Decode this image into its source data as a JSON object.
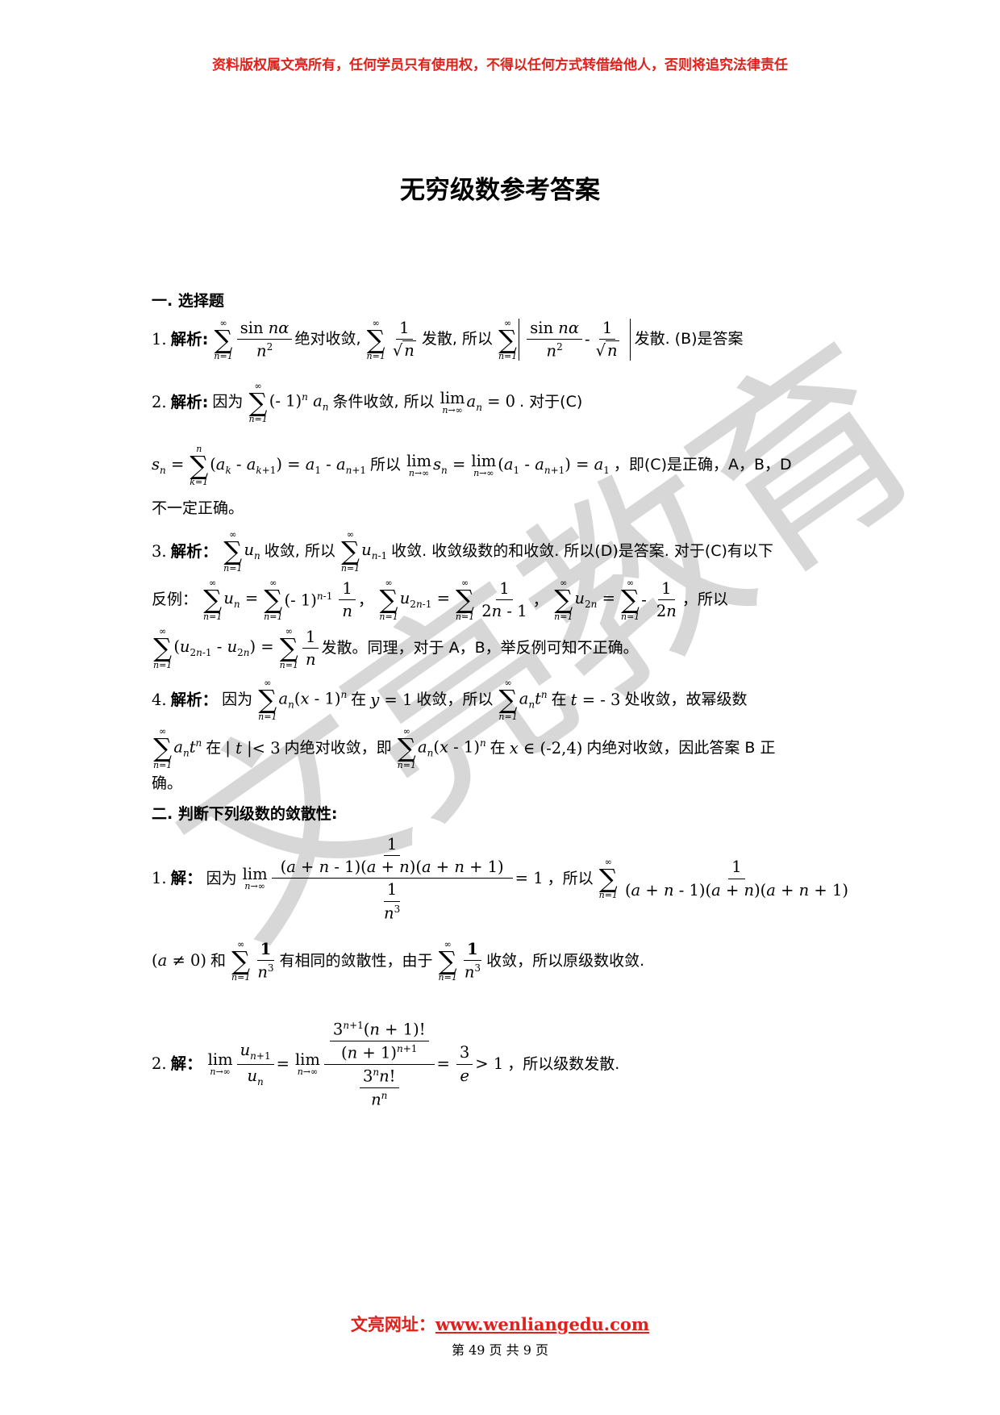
{
  "header": {
    "copyright": "资料版权属文亮所有，任何学员只有使用权，不得以任何方式转借给他人，否则将追究法律责任"
  },
  "title": "无穷级数参考答案",
  "watermark": "文亮教育",
  "section1": {
    "heading": "一. 选择题",
    "p1": {
      "num": "1.",
      "label": "解析:",
      "t1": "绝对收敛,",
      "t2": "发散, 所以",
      "t3": "发散. (B)是答案"
    },
    "p2": {
      "num": "2.",
      "label": "解析:",
      "t1": "因为",
      "t2": "条件收敛, 所以",
      "t3": ". 对于(C)",
      "t4": "所以",
      "t5": "，即(C)是正确，A，B，D",
      "t6": "不一定正确。"
    },
    "p3": {
      "num": "3.",
      "label": "解析：",
      "t1": "收敛, 所以",
      "t2": "收敛. 收敛级数的和收敛. 所以(D)是答案. 对于(C)有以下",
      "t3": "反例：",
      "t4": "，所以",
      "t5": "发散。同理，对于 A，B，举反例可知不正确。"
    },
    "p4": {
      "num": "4.",
      "label": "解析：",
      "t1": "因为",
      "t2": "在",
      "t3": "收敛，所以",
      "t4": "在",
      "t5": "处收敛，故幂级数",
      "t6": "在",
      "t7": "内绝对收敛，即",
      "t8": "在",
      "t9": "内绝对收敛，因此答案 B 正",
      "t10": "确。"
    }
  },
  "section2": {
    "heading": "二. 判断下列级数的敛散性:",
    "p1": {
      "num": "1.",
      "label": "解：",
      "t1": "因为",
      "t2": "，所以",
      "t3": "和",
      "t4": "有相同的敛散性，由于",
      "t5": "收敛，所以原级数收敛."
    },
    "p2": {
      "num": "2.",
      "label": "解：",
      "t1": "，所以级数发散."
    }
  },
  "footer": {
    "site_label": "文亮网址：",
    "site_url": "www.wenliangedu.com",
    "page": "第 49 页 共 9 页"
  }
}
